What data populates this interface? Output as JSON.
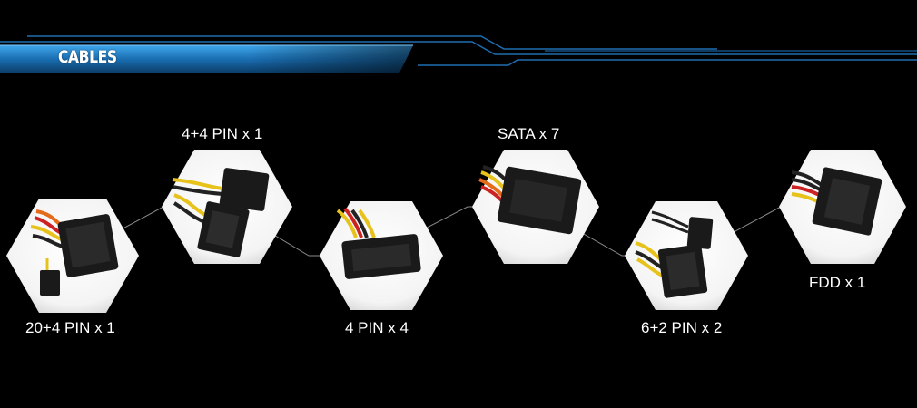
{
  "header": {
    "title": "CABLES",
    "accent_color": "#2a8fd4"
  },
  "cables": [
    {
      "label": "20+4 PIN x 1",
      "icon": "atx-24pin-connector-icon"
    },
    {
      "label": "4+4 PIN x 1",
      "icon": "cpu-8pin-connector-icon"
    },
    {
      "label": "4 PIN x 4",
      "icon": "molex-4pin-connector-icon"
    },
    {
      "label": "SATA x 7",
      "icon": "sata-power-connector-icon"
    },
    {
      "label": "6+2 PIN x 2",
      "icon": "pcie-8pin-connector-icon"
    },
    {
      "label": "FDD x 1",
      "icon": "fdd-connector-icon"
    }
  ]
}
